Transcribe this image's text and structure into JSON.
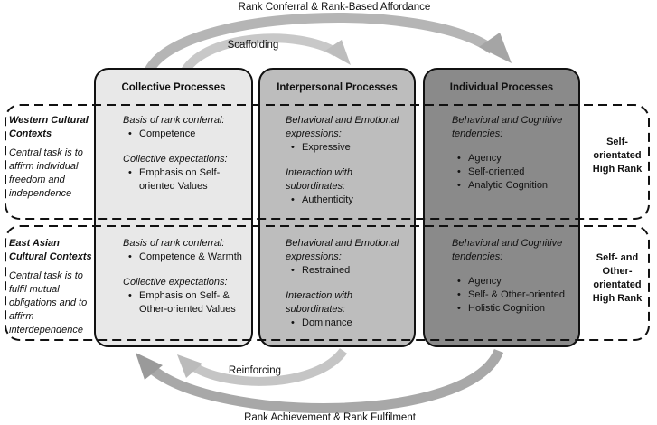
{
  "top_arrow_label": "Rank Conferral & Rank-Based Affordance",
  "inner_top_label": "Scaffolding",
  "inner_bottom_label": "Reinforcing",
  "bottom_arrow_label": "Rank Achievement & Rank Fulfilment",
  "columns": [
    {
      "title": "Collective Processes",
      "color": "#e8e8e8"
    },
    {
      "title": "Interpersonal Processes",
      "color": "#bdbdbd"
    },
    {
      "title": "Individual Processes",
      "color": "#8a8a8a"
    }
  ],
  "western": {
    "context_title": "Western Cultural Contexts",
    "context_task": "Central task is to affirm individual freedom and independence",
    "rank_label": "Self-orientated High Rank",
    "collective": {
      "heading1": "Basis of rank conferral:",
      "items1": [
        "Competence"
      ],
      "heading2": "Collective expectations:",
      "items2": [
        "Emphasis on Self-oriented Values"
      ]
    },
    "interpersonal": {
      "heading1": "Behavioral and Emotional expressions:",
      "items1": [
        "Expressive"
      ],
      "heading2": "Interaction with subordinates:",
      "items2": [
        "Authenticity"
      ]
    },
    "individual": {
      "heading1": "Behavioral and Cognitive tendencies:",
      "items1": [
        "Agency",
        "Self-oriented",
        "Analytic Cognition"
      ]
    }
  },
  "east_asian": {
    "context_title": "East Asian Cultural Contexts",
    "context_task": "Central task is to fulfil mutual obligations and to affirm interdependence",
    "rank_label": "Self- and Other-orientated High Rank",
    "collective": {
      "heading1": "Basis of rank conferral:",
      "items1": [
        "Competence & Warmth"
      ],
      "heading2": "Collective expectations:",
      "items2": [
        "Emphasis on Self- & Other-oriented Values"
      ]
    },
    "interpersonal": {
      "heading1": "Behavioral and Emotional expressions:",
      "items1": [
        "Restrained"
      ],
      "heading2": "Interaction with subordinates:",
      "items2": [
        "Dominance"
      ]
    },
    "individual": {
      "heading1": "Behavioral and Cognitive tendencies:",
      "items1": [
        "Agency",
        "Self- & Other-oriented",
        "Holistic Cognition"
      ]
    }
  }
}
